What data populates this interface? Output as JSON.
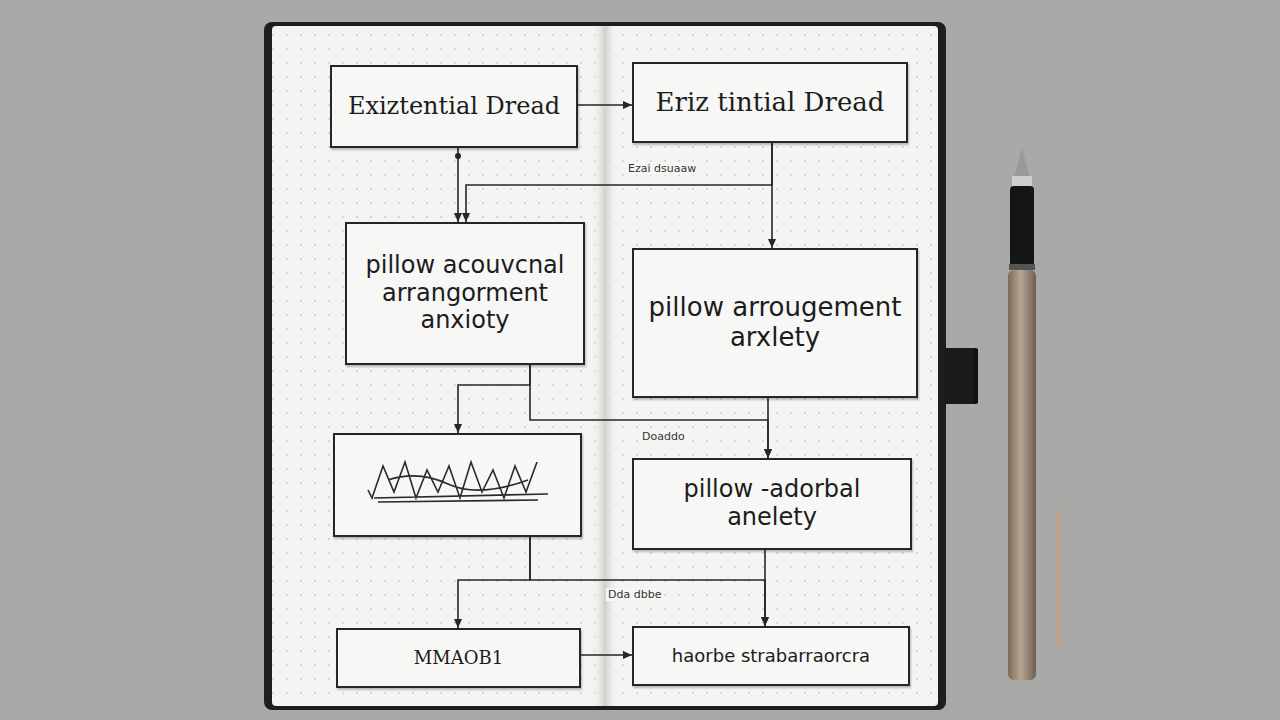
{
  "diagram": {
    "nodes": [
      {
        "text": [
          "Exiztential Dread"
        ]
      },
      {
        "text": [
          "Eriz tintial Dread"
        ]
      },
      {
        "text": [
          "pillow acouvcnal arrangorment anxioty"
        ]
      },
      {
        "text": [
          "pillow arrougement arxlety"
        ]
      },
      {
        "text": []
      },
      {
        "text": [
          "pillow -adorbal anelety"
        ]
      },
      {
        "text": [
          "MMAOB1"
        ]
      },
      {
        "text": [
          "haorbe strabarraorcra"
        ]
      }
    ],
    "edges": [
      {
        "from": 0,
        "to": 1,
        "arrow": "to"
      },
      {
        "from": 0,
        "to": 2,
        "arrow": "to"
      },
      {
        "from": 1,
        "to": 3,
        "arrow": "to"
      },
      {
        "from": 1,
        "to": 2,
        "arrow": "to"
      },
      {
        "from": 2,
        "to": 4,
        "arrow": "to"
      },
      {
        "from": 2,
        "to": 5,
        "arrow": "to"
      },
      {
        "from": 3,
        "to": 5,
        "arrow": "to"
      },
      {
        "from": 4,
        "to": 6,
        "arrow": "to"
      },
      {
        "from": 4,
        "to": 7,
        "arrow": "to"
      },
      {
        "from": 5,
        "to": 7,
        "arrow": "to"
      },
      {
        "from": 6,
        "to": 7,
        "arrow": "to"
      }
    ],
    "labels": [
      "Ezai dsuaaw",
      "Doaddo",
      "Dda dbbe"
    ]
  }
}
